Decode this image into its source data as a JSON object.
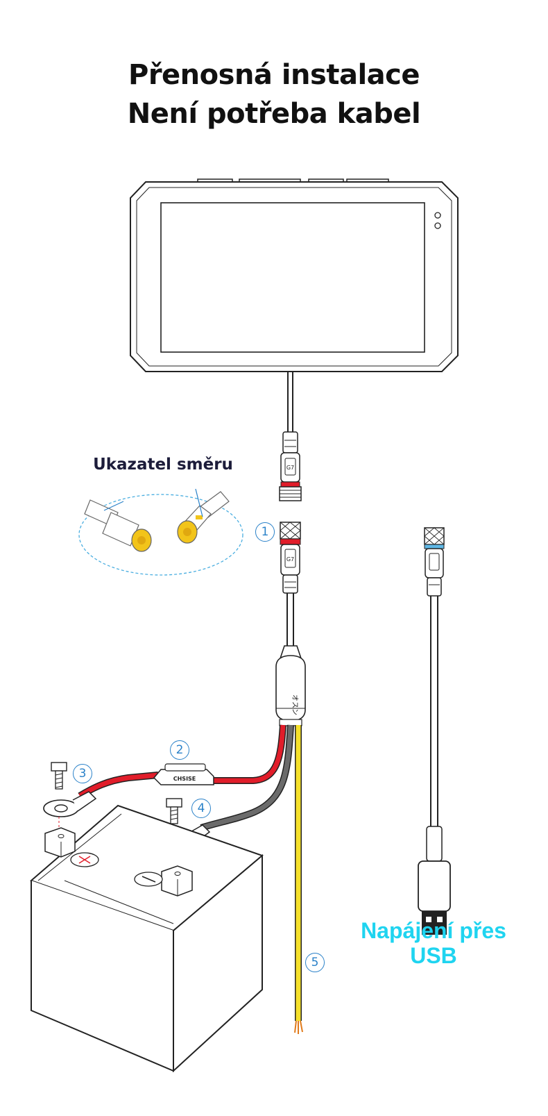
{
  "title": {
    "line1": "Přenosná instalace",
    "line2": "Není potřeba kabel"
  },
  "labels": {
    "direction": "Ukazatel směru",
    "usb": "Napájení přes USB"
  },
  "markers": [
    "1",
    "2",
    "3",
    "4",
    "5"
  ],
  "colors": {
    "accent_label": "#1fd4f0",
    "marker": "#2b82c9",
    "wire_red": "#e11d2a",
    "wire_gray": "#6b6b6b",
    "wire_yellow": "#f5e02a"
  }
}
